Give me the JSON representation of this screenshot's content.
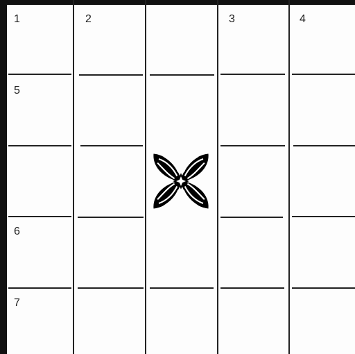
{
  "board": {
    "columns": 5,
    "rows": 5,
    "cell_numbers": [
      {
        "row": 1,
        "col": 1,
        "label": "1"
      },
      {
        "row": 1,
        "col": 2,
        "label": "2"
      },
      {
        "row": 1,
        "col": 4,
        "label": "3"
      },
      {
        "row": 1,
        "col": 5,
        "label": "4"
      },
      {
        "row": 2,
        "col": 1,
        "label": "5"
      },
      {
        "row": 4,
        "col": 1,
        "label": "6"
      },
      {
        "row": 5,
        "col": 1,
        "label": "7"
      }
    ]
  },
  "piece": {
    "icon": "four-petal-flower-icon",
    "row": 3,
    "col": 3,
    "color": "#000000"
  }
}
